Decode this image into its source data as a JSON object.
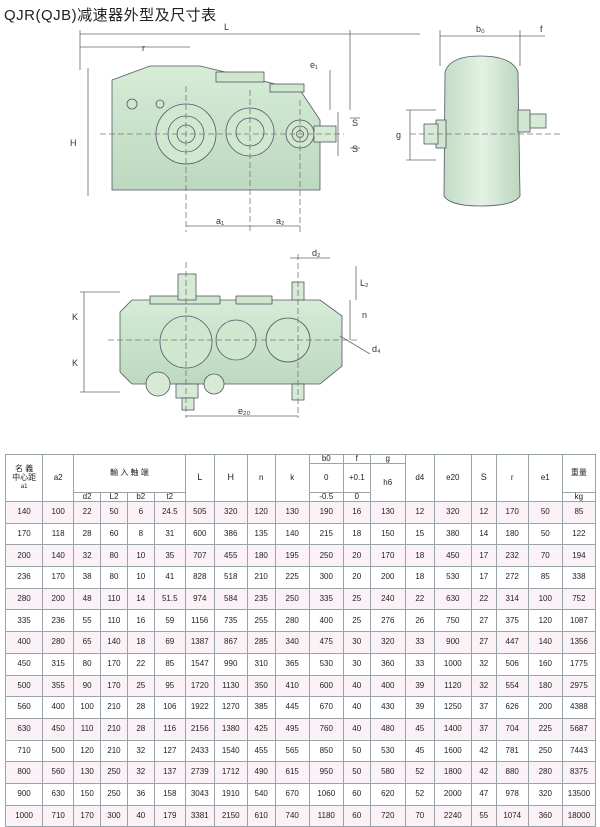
{
  "title": "QJR(QJB)减速器外型及尺寸表",
  "drawing_labels": {
    "L": "L",
    "r": "r",
    "e1": "e₁",
    "H": "H",
    "S_top": "S",
    "S_bot": "S",
    "a1": "a₁",
    "a2": "a₂",
    "b0": "b₀",
    "f": "f",
    "g": "g",
    "d2": "d₂",
    "L2": "L₂",
    "n": "n",
    "K_top": "K",
    "K_bot": "K",
    "d4": "d₄",
    "e20": "e₂₀"
  },
  "table": {
    "header_row1": {
      "nominal": "名 義\n中心距",
      "a2": "a2",
      "input_shaft": "輸 入 軸 端",
      "L": "L",
      "H": "H",
      "n": "n",
      "k": "k",
      "b0": "b0",
      "f": "f",
      "g": "g",
      "d4": "d4",
      "e20": "e20",
      "S": "S",
      "r": "r",
      "e1": "e1",
      "weight": "重量"
    },
    "header_row2": {
      "b0_tol": "0",
      "f_tol": "+0.1",
      "g_h": "h6"
    },
    "header_row3": {
      "a1": "a1",
      "d2": "d2",
      "L2": "L2",
      "b2": "b2",
      "t2": "t2",
      "b0_tol": "-0.5",
      "f_tol": "0",
      "weight_unit": "kg"
    },
    "rows": [
      [
        "140",
        "100",
        "22",
        "50",
        "6",
        "24.5",
        "505",
        "320",
        "120",
        "130",
        "190",
        "16",
        "130",
        "12",
        "320",
        "12",
        "170",
        "50",
        "85"
      ],
      [
        "170",
        "118",
        "28",
        "60",
        "8",
        "31",
        "600",
        "386",
        "135",
        "140",
        "215",
        "18",
        "150",
        "15",
        "380",
        "14",
        "180",
        "50",
        "122"
      ],
      [
        "200",
        "140",
        "32",
        "80",
        "10",
        "35",
        "707",
        "455",
        "180",
        "195",
        "250",
        "20",
        "170",
        "18",
        "450",
        "17",
        "232",
        "70",
        "194"
      ],
      [
        "236",
        "170",
        "38",
        "80",
        "10",
        "41",
        "828",
        "518",
        "210",
        "225",
        "300",
        "20",
        "200",
        "18",
        "530",
        "17",
        "272",
        "85",
        "338"
      ],
      [
        "280",
        "200",
        "48",
        "110",
        "14",
        "51.5",
        "974",
        "584",
        "235",
        "250",
        "335",
        "25",
        "240",
        "22",
        "630",
        "22",
        "314",
        "100",
        "752"
      ],
      [
        "335",
        "236",
        "55",
        "110",
        "16",
        "59",
        "1156",
        "735",
        "255",
        "280",
        "400",
        "25",
        "276",
        "26",
        "750",
        "27",
        "375",
        "120",
        "1087"
      ],
      [
        "400",
        "280",
        "65",
        "140",
        "18",
        "69",
        "1387",
        "867",
        "285",
        "340",
        "475",
        "30",
        "320",
        "33",
        "900",
        "27",
        "447",
        "140",
        "1356"
      ],
      [
        "450",
        "315",
        "80",
        "170",
        "22",
        "85",
        "1547",
        "990",
        "310",
        "365",
        "530",
        "30",
        "360",
        "33",
        "1000",
        "32",
        "506",
        "160",
        "1775"
      ],
      [
        "500",
        "355",
        "90",
        "170",
        "25",
        "95",
        "1720",
        "1130",
        "350",
        "410",
        "600",
        "40",
        "400",
        "39",
        "1120",
        "32",
        "554",
        "180",
        "2975"
      ],
      [
        "560",
        "400",
        "100",
        "210",
        "28",
        "106",
        "1922",
        "1270",
        "385",
        "445",
        "670",
        "40",
        "430",
        "39",
        "1250",
        "37",
        "626",
        "200",
        "4388"
      ],
      [
        "630",
        "450",
        "110",
        "210",
        "28",
        "116",
        "2156",
        "1380",
        "425",
        "495",
        "760",
        "40",
        "480",
        "45",
        "1400",
        "37",
        "704",
        "225",
        "5687"
      ],
      [
        "710",
        "500",
        "120",
        "210",
        "32",
        "127",
        "2433",
        "1540",
        "455",
        "565",
        "850",
        "50",
        "530",
        "45",
        "1600",
        "42",
        "781",
        "250",
        "7443"
      ],
      [
        "800",
        "560",
        "130",
        "250",
        "32",
        "137",
        "2739",
        "1712",
        "490",
        "615",
        "950",
        "50",
        "580",
        "52",
        "1800",
        "42",
        "880",
        "280",
        "8375"
      ],
      [
        "900",
        "630",
        "150",
        "250",
        "36",
        "158",
        "3043",
        "1910",
        "540",
        "670",
        "1060",
        "60",
        "620",
        "52",
        "2000",
        "47",
        "978",
        "320",
        "13500"
      ],
      [
        "1000",
        "710",
        "170",
        "300",
        "40",
        "179",
        "3381",
        "2150",
        "610",
        "740",
        "1180",
        "60",
        "720",
        "70",
        "2240",
        "55",
        "1074",
        "360",
        "18000"
      ]
    ]
  }
}
